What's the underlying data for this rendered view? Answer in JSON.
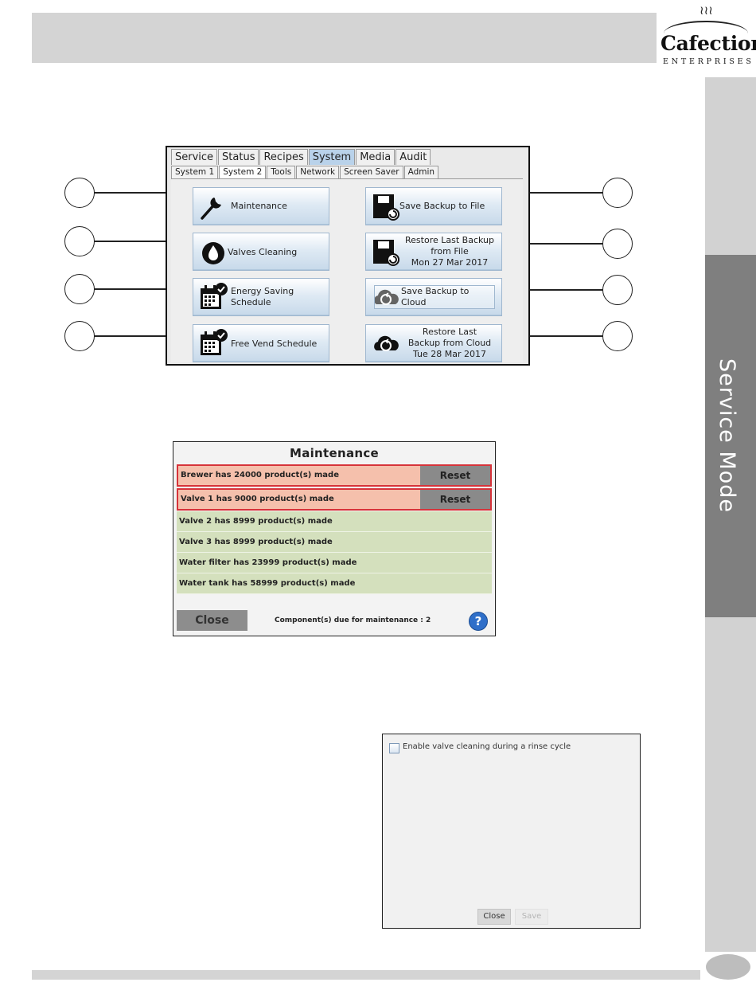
{
  "logo": {
    "brand": "Cafection",
    "sub": "ENTERPRISES"
  },
  "sidebar": {
    "section_label": "Service Mode"
  },
  "screen1": {
    "tabs_main": [
      "Service",
      "Status",
      "Recipes",
      "System",
      "Media",
      "Audit"
    ],
    "tabs_sub": [
      "System 1",
      "System 2",
      "Tools",
      "Network",
      "Screen Saver",
      "Admin"
    ],
    "buttons": {
      "maintenance": "Maintenance",
      "valves_cleaning": "Valves Cleaning",
      "energy_saving_1": "Energy Saving",
      "energy_saving_2": "Schedule",
      "free_vend": "Free Vend Schedule",
      "save_backup_file": "Save Backup to File",
      "restore_file_1": "Restore Last Backup",
      "restore_file_2": "from File",
      "restore_file_3": "Mon 27 Mar 2017",
      "save_cloud_1": "Save Backup to",
      "save_cloud_2": "Cloud",
      "restore_cloud_1": "Restore Last",
      "restore_cloud_2": "Backup from Cloud",
      "restore_cloud_3": "Tue 28 Mar 2017"
    }
  },
  "maintenance": {
    "title": "Maintenance",
    "rows": [
      {
        "text": "Brewer has  24000 product(s) made"
      },
      {
        "text": "Valve 1 has  9000 product(s) made"
      },
      {
        "text": "Valve 2 has  8999 product(s) made"
      },
      {
        "text": "Valve 3 has  8999 product(s) made"
      },
      {
        "text": "Water filter has  23999 product(s) made"
      },
      {
        "text": "Water tank has  58999 product(s) made"
      }
    ],
    "reset_label": "Reset",
    "close_label": "Close",
    "status": "Component(s) due for maintenance : 2",
    "help_icon": "?"
  },
  "valve_cleaning": {
    "checkbox_label": "Enable valve cleaning during a rinse cycle",
    "close_label": "Close",
    "save_label": "Save"
  }
}
